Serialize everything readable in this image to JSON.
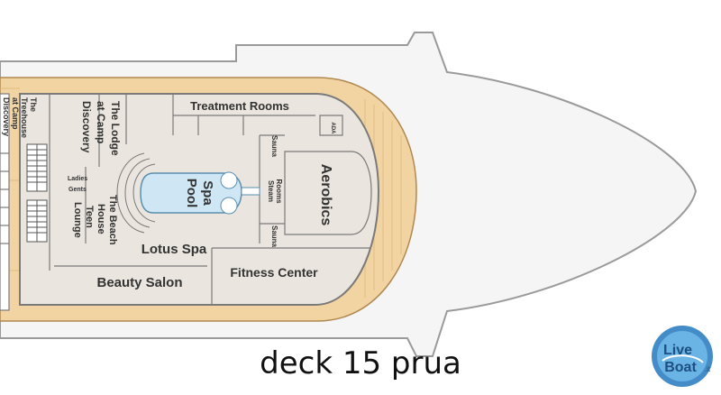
{
  "caption": "deck 15 prua",
  "watermark": {
    "line1": "Live",
    "line2": "Boat",
    "suffix": ".it"
  },
  "colors": {
    "hull": "#f5f5f5",
    "hull_stroke": "#9a9a9a",
    "deck_wood": "#f2d4a2",
    "interior": "#eae6df",
    "pool": "#cfe6f4",
    "wall": "#7a7a7a"
  },
  "rooms": {
    "treatment_rooms": "Treatment Rooms",
    "ada": "ADA",
    "sauna_top": "Sauna",
    "steam_rooms": [
      "Steam",
      "Rooms"
    ],
    "sauna_bottom": "Sauna",
    "aerobics": "Aerobics",
    "spa_pool": [
      "Spa",
      "Pool"
    ],
    "lotus_spa": "Lotus Spa",
    "fitness_center": "Fitness Center",
    "beauty_salon": "Beauty Salon",
    "lodge": [
      "The Lodge",
      "at Camp",
      "Discovery"
    ],
    "treehouse": [
      "The",
      "Treehouse",
      "at Camp",
      "Discovery"
    ],
    "beach_house": [
      "The Beach",
      "House",
      "Teen",
      "Lounge"
    ],
    "ladies": "Ladies",
    "gents": "Gents"
  }
}
